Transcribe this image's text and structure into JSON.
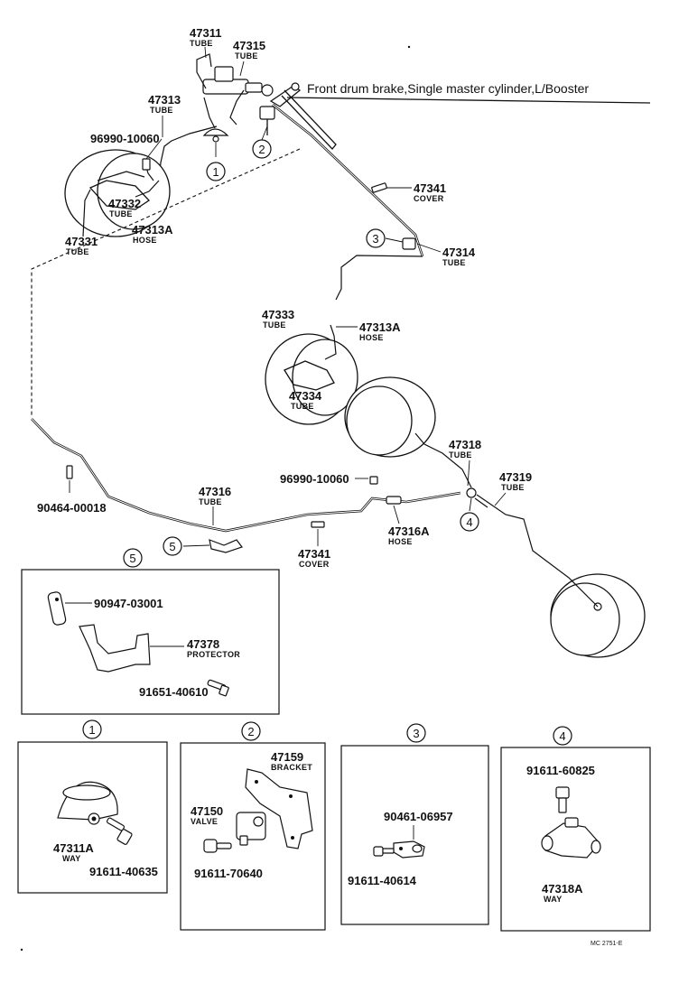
{
  "caption": "Front drum brake,Single master cylinder,L/Booster",
  "parts": {
    "p47311": {
      "number": "47311",
      "name": "TUBE"
    },
    "p47315": {
      "number": "47315",
      "name": "TUBE"
    },
    "p47313": {
      "number": "47313",
      "name": "TUBE"
    },
    "p96990a": {
      "number": "96990-10060"
    },
    "p47332": {
      "number": "47332",
      "name": "TUBE"
    },
    "p47313A_1": {
      "number": "47313A",
      "name": "HOSE"
    },
    "p47331": {
      "number": "47331",
      "name": "TUBE"
    },
    "p47341_1": {
      "number": "47341",
      "name": "COVER"
    },
    "p47314": {
      "number": "47314",
      "name": "TUBE"
    },
    "p47333": {
      "number": "47333",
      "name": "TUBE"
    },
    "p47313A_2": {
      "number": "47313A",
      "name": "HOSE"
    },
    "p47334": {
      "number": "47334",
      "name": "TUBE"
    },
    "p47318": {
      "number": "47318",
      "name": "TUBE"
    },
    "p47319": {
      "number": "47319",
      "name": "TUBE"
    },
    "p96990b": {
      "number": "96990-10060"
    },
    "p47316": {
      "number": "47316",
      "name": "TUBE"
    },
    "p90464": {
      "number": "90464-00018"
    },
    "p47341_2": {
      "number": "47341",
      "name": "COVER"
    },
    "p47316A": {
      "number": "47316A",
      "name": "HOSE"
    }
  },
  "callouts": {
    "c1": "1",
    "c2": "2",
    "c3": "3",
    "c4": "4",
    "c5": "5"
  },
  "details": {
    "d5": {
      "label": "5",
      "p90947": {
        "number": "90947-03001"
      },
      "p47378": {
        "number": "47378",
        "name": "PROTECTOR"
      },
      "p91651": {
        "number": "91651-40610"
      }
    },
    "d1": {
      "label": "1",
      "p47311A": {
        "number": "47311A",
        "name": "WAY"
      },
      "p91611a": {
        "number": "91611-40635"
      }
    },
    "d2": {
      "label": "2",
      "p47159": {
        "number": "47159",
        "name": "BRACKET"
      },
      "p47150": {
        "number": "47150",
        "name": "VALVE"
      },
      "p91611b": {
        "number": "91611-70640"
      }
    },
    "d3": {
      "label": "3",
      "p90461": {
        "number": "90461-06957"
      },
      "p91611c": {
        "number": "91611-40614"
      }
    },
    "d4": {
      "label": "4",
      "p91611d": {
        "number": "91611-60825"
      },
      "p47318A": {
        "number": "47318A",
        "name": "WAY"
      }
    }
  },
  "ref_code": "MC 2751-E"
}
